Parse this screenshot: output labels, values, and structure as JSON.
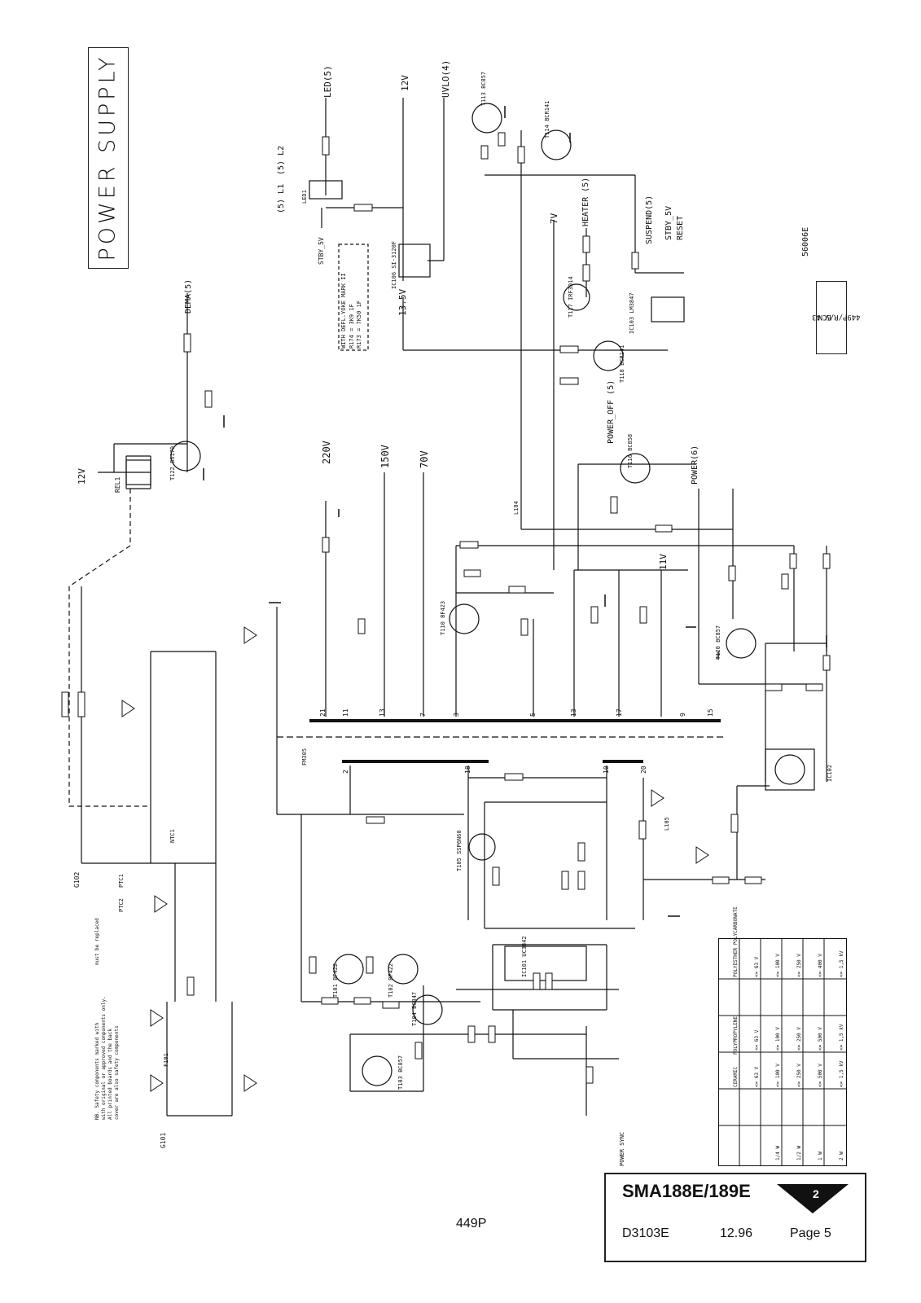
{
  "title": "POWER SUPPLY",
  "title_block": {
    "model": "SMA188E/189E",
    "sheet": "2",
    "doc_number": "D3103E",
    "date": "12.96",
    "page": "Page 5"
  },
  "footer_code": "449P",
  "ecn": {
    "label": "ECN",
    "value": "449P/R/V 43"
  },
  "drawing_number": "56006E",
  "safety_note": [
    "NB. Safety components marked with",
    "must be replaced",
    "with original or approved components only.",
    "All printed boards and the back",
    "cover are also safety components"
  ],
  "defl_box": [
    "WITH DEFL.YOKE MARK II",
    "R174 = 3K9 1F",
    "R173 = 7K50 1F"
  ],
  "signals": {
    "led": "LED(5)",
    "v12_top": "12V",
    "uvlo": "UVLO(4)",
    "l2": "(5) L2",
    "l1": "(5) L1",
    "stby5v_left": "STBY_5V",
    "v7": "7V",
    "heater": "HEATER (5)",
    "suspend": "SUSPEND(5)",
    "stby5v": "STBY_5V",
    "reset": "RESET",
    "dema": "DEMA(5)",
    "v12_left": "12V",
    "v220": "220V",
    "v150": "150V",
    "v70": "70V",
    "v13_5": "13.5V",
    "power_off": "POWER_OFF (5)",
    "power6": "POWER(6)",
    "v11": "11V",
    "power_sync": "POWER SYNC"
  },
  "components": {
    "g102": "G102",
    "g101": "G101",
    "f101": "F101",
    "t101": "T101 BF422",
    "t102": "T102 BF422",
    "t103": "T103 BC857",
    "t104": "T104 BC847",
    "t105": "T105 SSP6N60",
    "t110": "T110 BF423",
    "t113": "T113 BC857",
    "t114": "T114 BCR141",
    "t116": "T116 BC858",
    "t117": "T117 IRF3014",
    "t118": "T118 BCR141",
    "t120": "T120 BC857",
    "t122": "T122 BS170",
    "ic101": "IC101 UC3842",
    "ic102": "IC102",
    "ic103": "IC103 LM3847",
    "ic106": "IC106 SI-3120F",
    "l104": "L104",
    "l105": "L105",
    "rel1": "REL1",
    "fm_transformer": "FM305",
    "led01": "LED1",
    "ptc1": "PTC1",
    "ptc2": "PTC2",
    "ntc1": "NTC1"
  },
  "pin_numbers": [
    "21",
    "11",
    "13",
    "7",
    "3",
    "5",
    "13",
    "17",
    "9",
    "15",
    "2",
    "18",
    "10",
    "20"
  ],
  "table": {
    "headers": [
      "CERAMIC",
      "POLYPROPYLENE",
      "POLYESTHER POLYCARBONATE"
    ],
    "res_col": [
      "1/4 W",
      "1/2 W",
      "1 W",
      "2 W"
    ],
    "rows": [
      [
        "<= 63 V",
        "<= 63 V",
        "<= 63 V"
      ],
      [
        "<= 100 V",
        "<= 100 V",
        "<= 100 V"
      ],
      [
        "<= 250 V",
        "<= 250 V",
        "<= 250 V"
      ],
      [
        "<= 500 V",
        "<= 500 V",
        "<= 400 V"
      ],
      [
        "<= 1,5 kV",
        "<= 1,5 kV",
        "<= 1,5 kV"
      ]
    ]
  }
}
